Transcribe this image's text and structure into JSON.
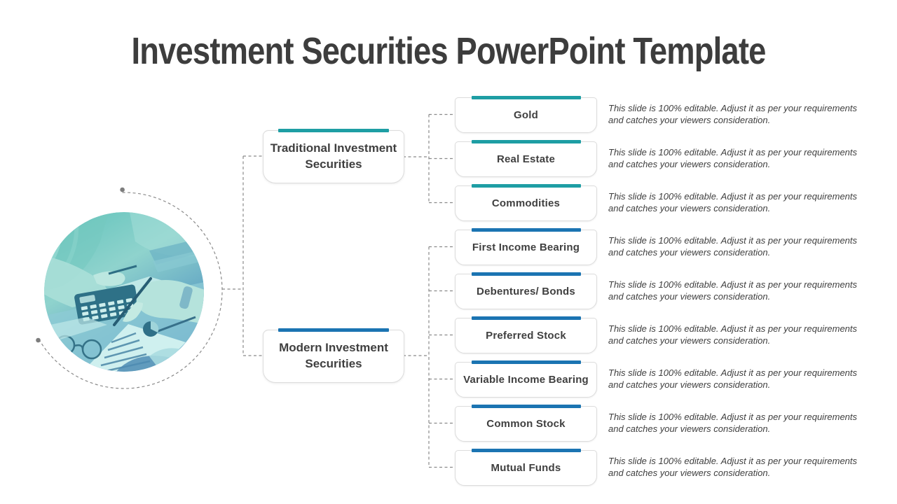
{
  "title": "Investment Securities PowerPoint Template",
  "branches": [
    {
      "label": "Traditional Investment Securities",
      "accent_color": "#1E9EA4"
    },
    {
      "label": "Modern Investment Securities",
      "accent_color": "#1B74B2"
    }
  ],
  "items": [
    {
      "label": "Gold",
      "group": "traditional"
    },
    {
      "label": "Real Estate",
      "group": "traditional"
    },
    {
      "label": "Commodities",
      "group": "traditional"
    },
    {
      "label": "First Income Bearing",
      "group": "modern"
    },
    {
      "label": "Debentures/ Bonds",
      "group": "modern"
    },
    {
      "label": "Preferred Stock",
      "group": "modern"
    },
    {
      "label": "Variable Income Bearing",
      "group": "modern"
    },
    {
      "label": "Common Stock",
      "group": "modern"
    },
    {
      "label": "Mutual Funds",
      "group": "modern"
    }
  ],
  "item_description": "This slide is 100% editable. Adjust it as per your requirements and catches your viewers consideration.",
  "item_description_lines": [
    "This slide is 100% editable. Adjust it as per your requirements",
    "and catches your viewers consideration."
  ],
  "image": {
    "name": "finance-desk-photo",
    "description_hint": "teal duotone photo: hands with pen and calculator over charts"
  },
  "colors": {
    "teal_accent": "#1E9EA4",
    "blue_accent": "#1B74B2",
    "connector_gray": "#8A8A8A",
    "title_text": "#3D3D3D",
    "label_text": "#404040",
    "box_border": "#DCDCDC"
  }
}
